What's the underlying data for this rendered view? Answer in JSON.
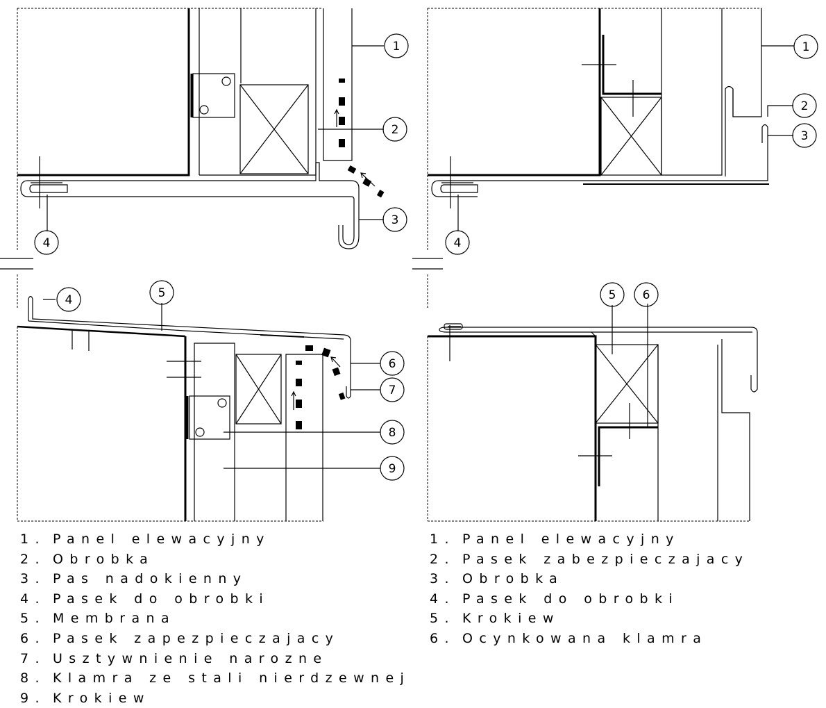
{
  "callouts": {
    "top_left": [
      "1",
      "2",
      "3",
      "4"
    ],
    "top_right": [
      "1",
      "2",
      "3",
      "4"
    ],
    "bottom_left": [
      "4",
      "5",
      "6",
      "7",
      "8",
      "9"
    ],
    "bottom_right": [
      "5",
      "6"
    ]
  },
  "legend_left": [
    {
      "num": "1.",
      "label": "Panel elewacyjny"
    },
    {
      "num": "2.",
      "label": "Obrobka"
    },
    {
      "num": "3.",
      "label": "Pas nadokienny"
    },
    {
      "num": "4.",
      "label": "Pasek do obrobki"
    },
    {
      "num": "5.",
      "label": "Membrana"
    },
    {
      "num": "6.",
      "label": "Pasek zapezpieczajacy"
    },
    {
      "num": "7.",
      "label": "Usztywnienie narozne"
    },
    {
      "num": "8.",
      "label": "Klamra ze stali nierdzewnej"
    },
    {
      "num": "9.",
      "label": "Krokiew"
    }
  ],
  "legend_right": [
    {
      "num": "1.",
      "label": "Panel elewacyjny"
    },
    {
      "num": "2.",
      "label": "Pasek zabezpieczajacy"
    },
    {
      "num": "3.",
      "label": "Obrobka"
    },
    {
      "num": "4.",
      "label": "Pasek do obrobki"
    },
    {
      "num": "5.",
      "label": "Krokiew"
    },
    {
      "num": "6.",
      "label": "Ocynkowana klamra"
    }
  ]
}
